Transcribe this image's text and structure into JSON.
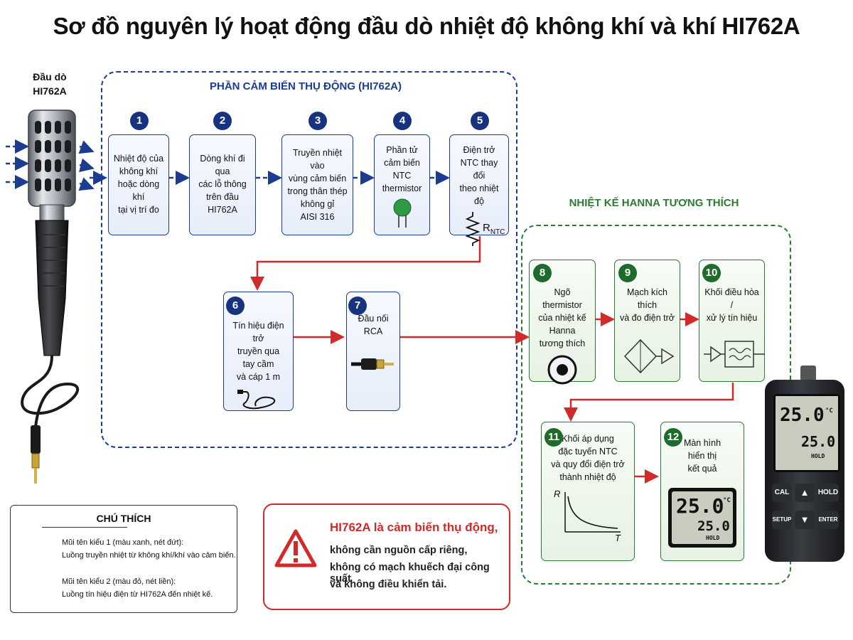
{
  "title": "Sơ đồ nguyên lý hoạt động đầu dò nhiệt độ không khí và khí HI762A",
  "probe_label": [
    "Đầu dò",
    "HI762A"
  ],
  "passive_section": {
    "title": "PHẦN CẢM BIẾN THỤ ĐỘNG (HI762A)"
  },
  "meter_section": {
    "title": "NHIỆT KẾ HANNA TƯƠNG THÍCH"
  },
  "steps": [
    {
      "num": "1",
      "lines": [
        "Nhiệt độ của",
        "không khí",
        "hoặc dòng khí",
        "tại vị trí đo"
      ]
    },
    {
      "num": "2",
      "lines": [
        "Dòng khí đi qua",
        "các lỗ thông",
        "trên đầu",
        "HI762A"
      ]
    },
    {
      "num": "3",
      "lines": [
        "Truyền nhiệt vào",
        "vùng cảm biến",
        "trong thân thép",
        "không gỉ",
        "AISI 316"
      ]
    },
    {
      "num": "4",
      "lines": [
        "Phần tử",
        "cảm biến",
        "NTC",
        "thermistor"
      ]
    },
    {
      "num": "5",
      "lines": [
        "Điện trở",
        "NTC thay đổi",
        "theo nhiệt độ"
      ],
      "symbol": "R",
      "symbol_sub": "NTC"
    },
    {
      "num": "6",
      "lines": [
        "Tín hiệu điện trở",
        "truyền qua",
        "tay cầm",
        "và cáp 1 m"
      ]
    },
    {
      "num": "7",
      "lines": [
        "Đầu nối",
        "RCA"
      ]
    },
    {
      "num": "8",
      "lines": [
        "Ngõ thermistor",
        "của nhiệt kế",
        "Hanna",
        "tương thích"
      ]
    },
    {
      "num": "9",
      "lines": [
        "Mạch kích thích",
        "và đo điện trở"
      ]
    },
    {
      "num": "10",
      "lines": [
        "Khối điều hòa /",
        "xử lý tín hiệu"
      ]
    },
    {
      "num": "11",
      "lines": [
        "Khối áp dụng",
        "đặc tuyến NTC",
        "và quy đổi điện trở",
        "thành nhiệt độ"
      ],
      "axis_y": "R",
      "axis_x": "T"
    },
    {
      "num": "12",
      "lines": [
        "Màn hình",
        "hiển thị",
        "kết quả"
      ]
    }
  ],
  "display": {
    "main": "25.0",
    "unit": "°C",
    "sub": "25.0",
    "hold": "HOLD"
  },
  "meter_device": {
    "main": "25.0",
    "unit": "°C",
    "sub": "25.0",
    "hold": "HOLD",
    "keys": {
      "cal": "CAL",
      "hold": "HOLD",
      "setup": "SETUP",
      "enter": "ENTER",
      "up": "▲",
      "down": "▼"
    }
  },
  "legend": {
    "title": "CHÚ THÍCH",
    "items": [
      {
        "line1": "Mũi tên kiểu 1 (màu xanh, nét đứt):",
        "line2": "Luồng truyền nhiệt từ không khí/khí vào cảm biến.",
        "color": "#1c3c8f"
      },
      {
        "line1": "Mũi tên kiểu 2 (màu đỏ, nét liền):",
        "line2": "Luồng tín hiệu điện từ HI762A đến nhiệt kế.",
        "color": "#d12a2a"
      }
    ]
  },
  "warning": {
    "line1": "HI762A là cảm biến thụ động,",
    "line2": "không cần nguồn cấp riêng,",
    "line3": "không có mạch khuếch đại công suất",
    "line4": "và không điều khiển tải."
  },
  "colors": {
    "blue": "#1c3c8f",
    "red": "#d12a2a",
    "green": "#2c7a34"
  }
}
